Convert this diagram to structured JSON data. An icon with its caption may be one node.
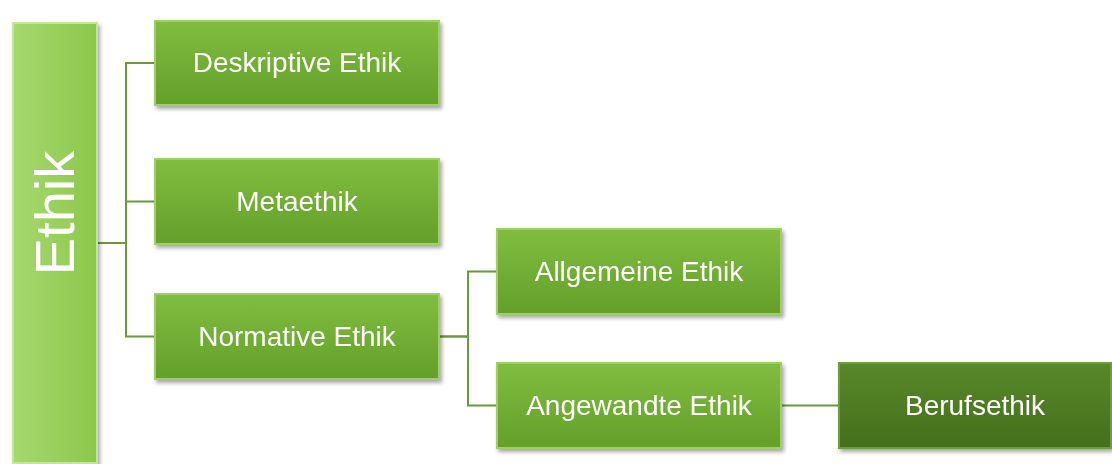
{
  "diagram": {
    "nodes": [
      {
        "text": [
          "Ethik"
        ]
      },
      {
        "text": [
          "Deskriptive Ethik"
        ]
      },
      {
        "text": [
          "Metaethik"
        ]
      },
      {
        "text": [
          "Normative Ethik"
        ]
      },
      {
        "text": [
          "Allgemeine Ethik"
        ]
      },
      {
        "text": [
          "Angewandte Ethik"
        ]
      },
      {
        "text": [
          "Berufsethik"
        ]
      }
    ],
    "edges": [
      {
        "from": 0,
        "to": 1,
        "arrow": "none"
      },
      {
        "from": 0,
        "to": 2,
        "arrow": "none"
      },
      {
        "from": 0,
        "to": 3,
        "arrow": "none"
      },
      {
        "from": 3,
        "to": 4,
        "arrow": "none"
      },
      {
        "from": 3,
        "to": 5,
        "arrow": "none"
      },
      {
        "from": 5,
        "to": 6,
        "arrow": "none"
      }
    ]
  }
}
